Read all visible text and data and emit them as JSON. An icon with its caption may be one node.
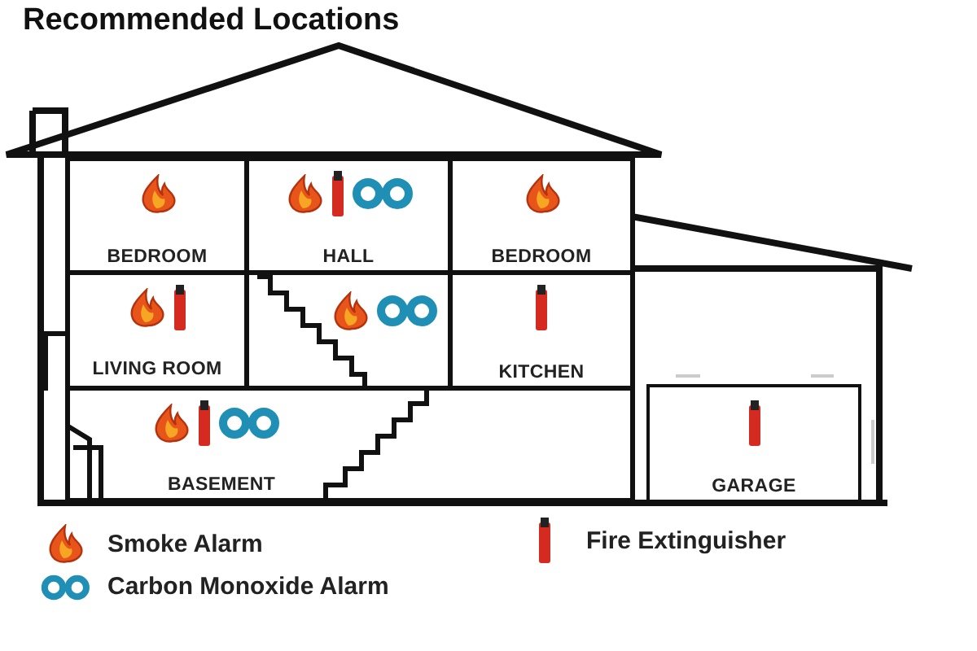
{
  "diagram": {
    "title": "Recommended Locations",
    "nodes": [
      {
        "text": [
          "BEDROOM"
        ]
      },
      {
        "text": [
          "HALL"
        ]
      },
      {
        "text": [
          "BEDROOM"
        ]
      },
      {
        "text": [
          "LIVING ROOM"
        ]
      },
      {
        "text": [],
        "shape": "box"
      },
      {
        "text": [
          "KITCHEN"
        ]
      },
      {
        "text": [
          "BASEMENT"
        ]
      },
      {
        "text": [
          "GARAGE"
        ]
      },
      {
        "text": [],
        "shape": "picture",
        "in": 0
      },
      {
        "text": [],
        "shape": "picture",
        "in": 1
      },
      {
        "text": [],
        "shape": "cylinder",
        "in": 1
      },
      {
        "text": [],
        "shape": "circle",
        "in": 1
      },
      {
        "text": [],
        "shape": "picture",
        "in": 2
      },
      {
        "text": [],
        "shape": "picture",
        "in": 3
      },
      {
        "text": [],
        "shape": "cylinder",
        "in": 3
      },
      {
        "text": [],
        "shape": "picture",
        "in": 4
      },
      {
        "text": [],
        "shape": "circle",
        "in": 4
      },
      {
        "text": [],
        "shape": "cylinder",
        "in": 5
      },
      {
        "text": [],
        "shape": "picture",
        "in": 6
      },
      {
        "text": [],
        "shape": "cylinder",
        "in": 6
      },
      {
        "text": [],
        "shape": "circle",
        "in": 6
      },
      {
        "text": [],
        "shape": "cylinder",
        "in": 7
      }
    ],
    "legend": [
      {
        "text": "Smoke Alarm"
      },
      {
        "text": "Carbon Monoxide Alarm"
      },
      {
        "text": "Fire Extinguisher"
      }
    ]
  }
}
